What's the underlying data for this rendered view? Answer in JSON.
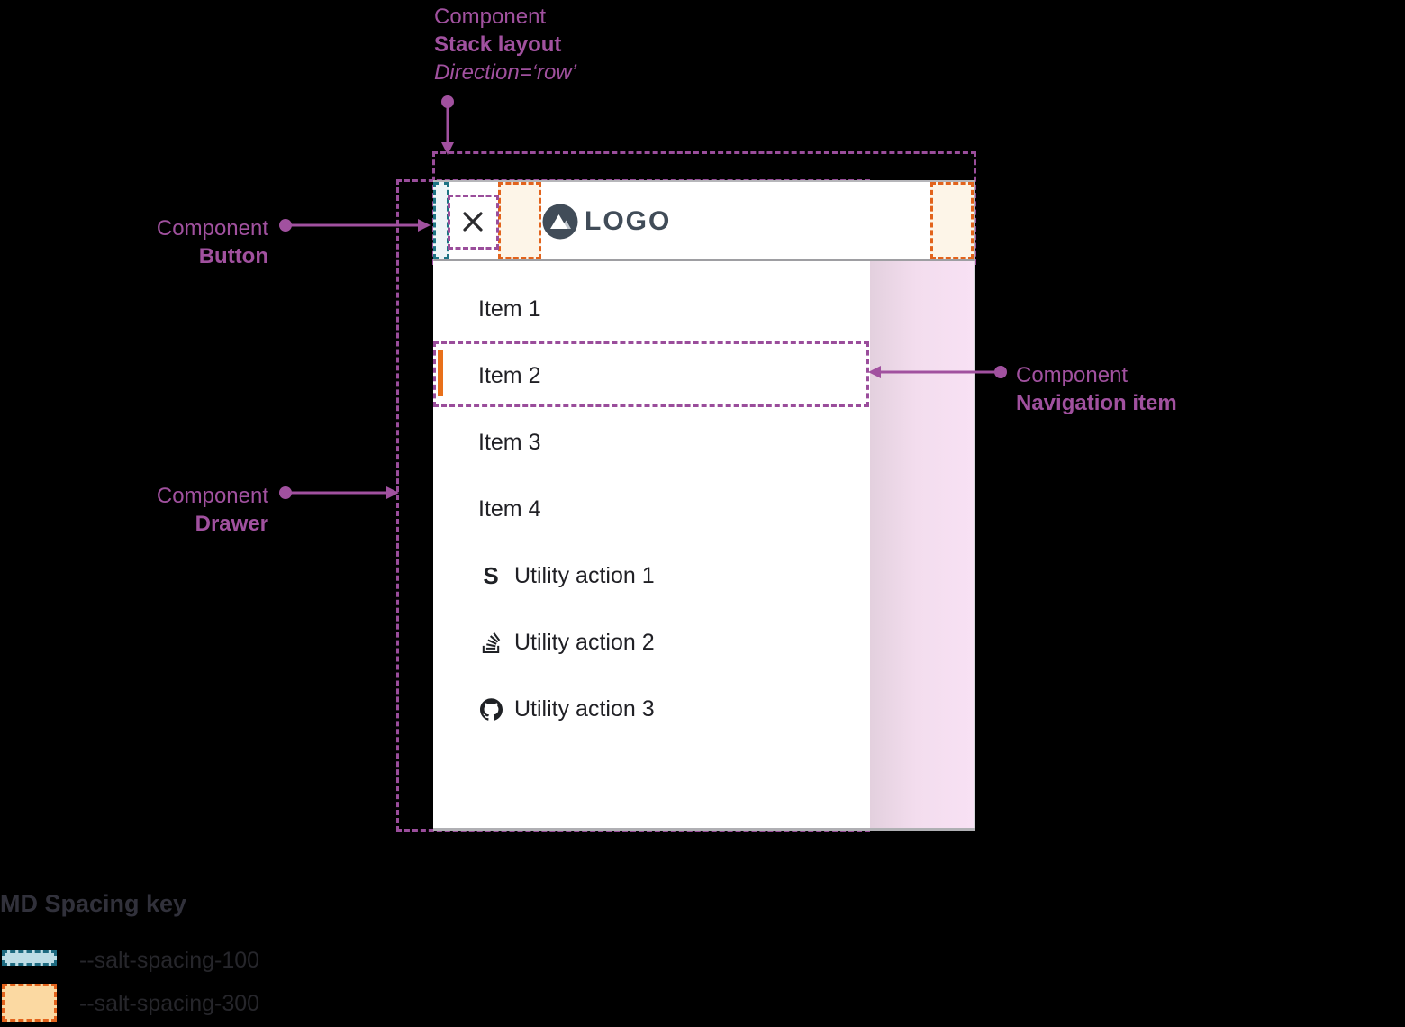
{
  "annotations": {
    "stack_layout": {
      "line1": "Component",
      "line2": "Stack layout",
      "line3": "Direction=‘row’"
    },
    "button": {
      "line1": "Component",
      "line2": "Button"
    },
    "drawer": {
      "line1": "Component",
      "line2": "Drawer"
    },
    "navigation_item": {
      "line1": "Component",
      "line2": "Navigation item"
    }
  },
  "mockup": {
    "logo_text": "LOGO",
    "nav_items": [
      "Item 1",
      "Item 2",
      "Item 3",
      "Item 4"
    ],
    "active_item": "Item 2",
    "utility_items": [
      {
        "icon": "s-logo-icon",
        "label": "Utility action 1"
      },
      {
        "icon": "stackoverflow-icon",
        "label": "Utility action 2"
      },
      {
        "icon": "github-icon",
        "label": "Utility action 3"
      }
    ]
  },
  "legend": {
    "title": "MD Spacing key",
    "items": [
      {
        "label": "--salt-spacing-100"
      },
      {
        "label": "--salt-spacing-300"
      }
    ]
  },
  "colors": {
    "annotation_purple": "#a1519f",
    "dash_purple": "#9a4d9b",
    "spacing_100_teal": "#1d7384",
    "spacing_100_fill": "#bddde6",
    "spacing_300_orange": "#e2631c",
    "spacing_300_fill": "#fbd9a2",
    "active_indicator_orange": "#e8701a",
    "logo_slate": "#414c58",
    "page_pink": "#f8e1f4"
  }
}
